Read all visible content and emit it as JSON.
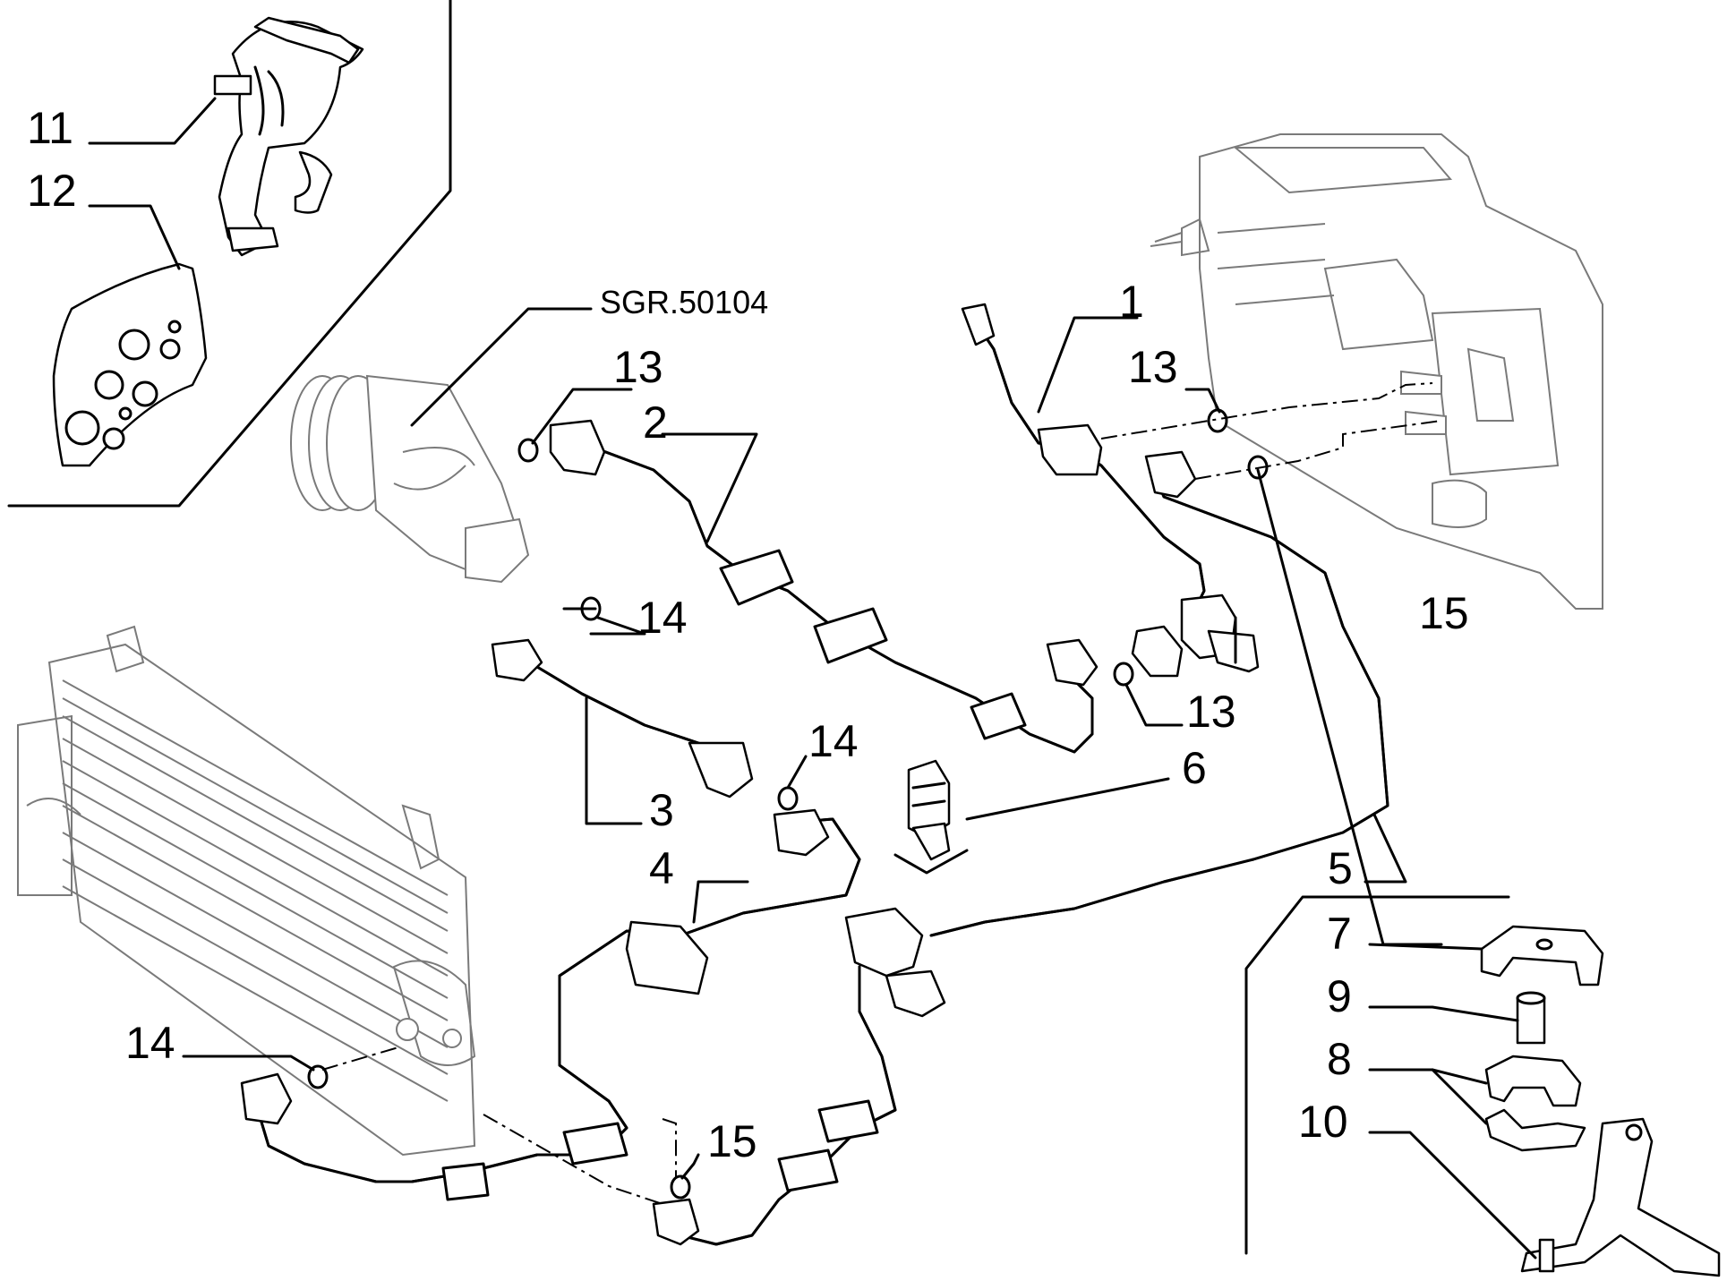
{
  "diagram": {
    "reference_label": "SGR.50104",
    "callouts": {
      "c1": "1",
      "c2": "2",
      "c3": "3",
      "c4": "4",
      "c5": "5",
      "c6": "6",
      "c7": "7",
      "c8": "8",
      "c9": "9",
      "c10": "10",
      "c11": "11",
      "c12": "12",
      "c13a": "13",
      "c13b": "13",
      "c13c": "13",
      "c14a": "14",
      "c14b": "14",
      "c14c": "14",
      "c15a": "15",
      "c15b": "15"
    }
  }
}
